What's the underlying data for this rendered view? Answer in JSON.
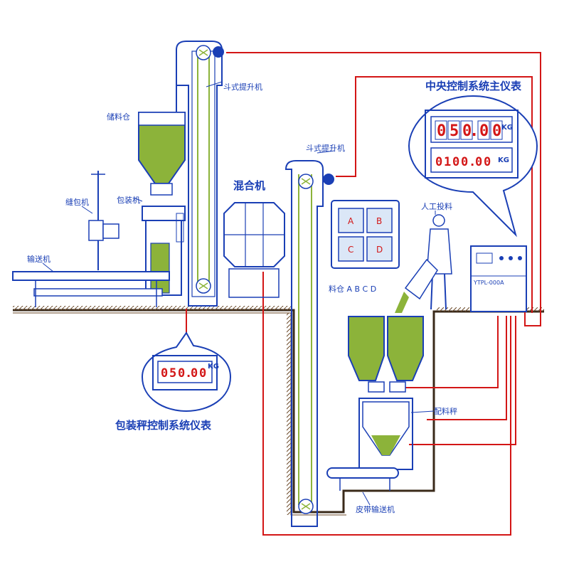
{
  "labels": {
    "bucket_elevator_1": "斗式提升机",
    "storage_bin": "储料仓",
    "packing_machine": "包装机",
    "sewing_machine": "缝包机",
    "conveyor": "输送机",
    "mixer": "混合机",
    "bucket_elevator_2": "斗式提升机",
    "central_control_title": "中央控制系统主仪表",
    "manual_feeding": "人工投料",
    "bins_abcd": "料仓 A B C D",
    "batching_scale": "配料秤",
    "belt_conveyor": "皮带输送机",
    "packing_scale_title": "包装秤控制系统仪表"
  },
  "bins": [
    "A",
    "B",
    "C",
    "D"
  ],
  "central_display": {
    "row1_digits": [
      "0",
      "5",
      "0",
      ".",
      "0",
      "0"
    ],
    "row1_unit": "KG",
    "row2_digits": [
      "0",
      "1",
      "0",
      "0",
      ".",
      "0",
      "0"
    ],
    "row2_unit": "KG"
  },
  "packing_display": {
    "digits": [
      "0",
      "5",
      "0",
      ".",
      "0",
      "0"
    ],
    "unit": "KG"
  },
  "controller_model": "YTPL-000A",
  "colors": {
    "outline": "#1a3fb5",
    "material": "#8cb33a",
    "wire": "#d31616",
    "ground": "#6b4a2a"
  }
}
